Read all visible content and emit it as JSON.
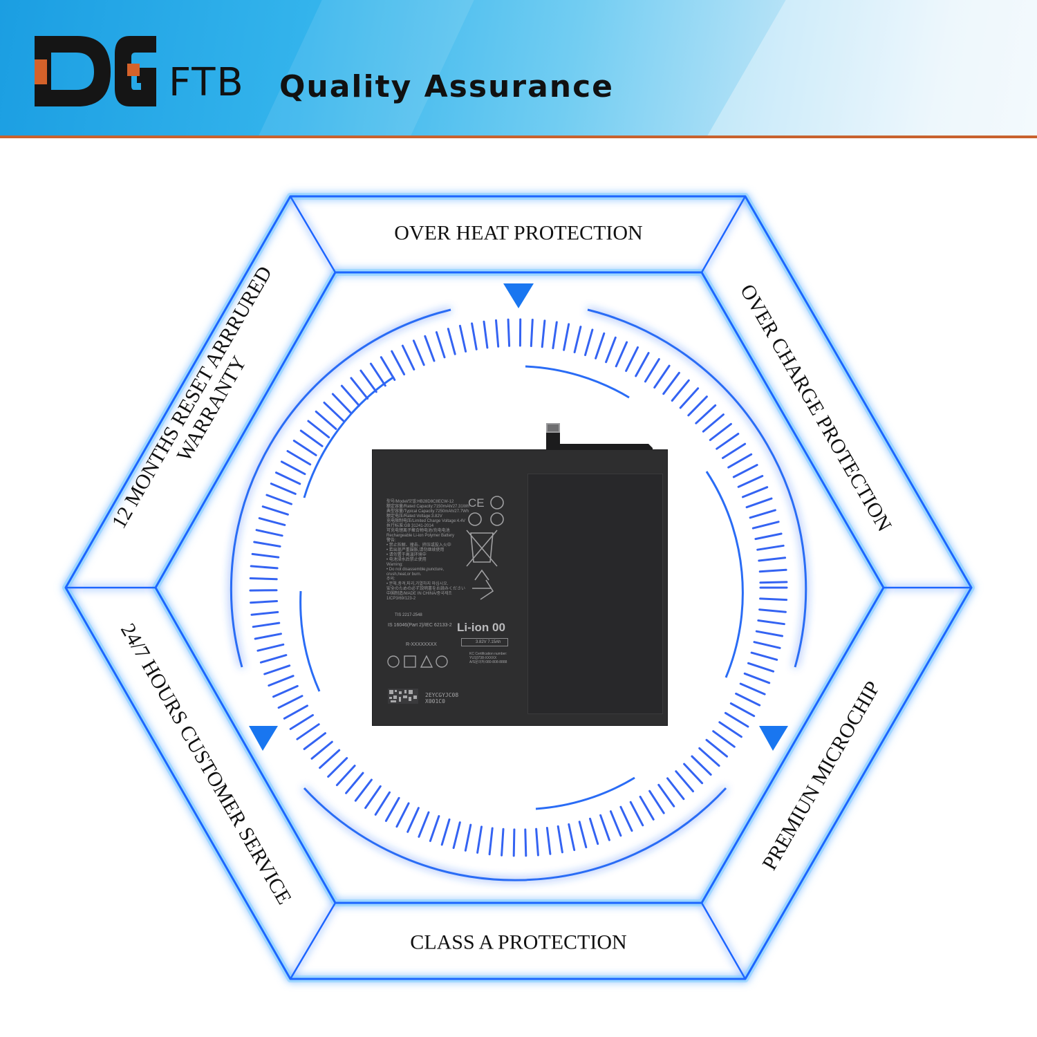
{
  "header": {
    "logo_text": "DG",
    "logo_suffix": "FTB",
    "tagline": "Quality Assurance",
    "colors": {
      "banner": "#2aa9e8",
      "stripe": "#c8622e",
      "logo_accent": "#d4622a",
      "logo_dark": "#151515"
    }
  },
  "features": {
    "top": "OVER HEAT PROTECTION",
    "top_right": "OVER CHARGE PROTECTION",
    "bottom_right": "PREMIUN MICROCHIP",
    "bottom": "CLASS A PROTECTION",
    "bottom_left": "24/7 HOURS CUSTOMER SERVICE",
    "top_left_line1": "12 MONTHS RESET ARRRURED",
    "top_left_line2": "WARRANTY"
  },
  "battery": {
    "model_block": "型号/Model/모델:HB28D8C8ECW-12\n额定容量/Rated Capacity:7150mAh/27.31Wh\n典型容量/Typical Capacity:7250mAh/27.7Wh\n额定电压/Rated Voltage:3.82V\n充电限制电压/Limited Charge Voltage:4.4V\n执行标准:GB 31241-2014\n可充电锂离子聚合物电池/充电电池\nRechargeable Li-ion Polymer Battery\n警告:\n• 禁止拆解、撞击、挤压或投入火中\n• 若出现严重鼓胀,请勿继续使用\n• 请勿置于高温环境中\n• 电池浸水后禁止使用\nWarning:\n• Do not disassemble,puncture,\ncrush,heat,or burn.\n주의:\n• 분해,충격,파괴,가열하지 마십시오.\n安全のための必ず説明書をお読みください\n中国制造/MADE IN CHINA/중국제조\n1ICP3/69/123-2",
    "chemistry": "Li-ion 00",
    "standard": "IS 16046(Part 2)/IEC 62133-2",
    "tis": "TIS 2217-2548",
    "registration": "R-XXXXXXXX",
    "voltage_capacity": "3.82V 7.15Ah",
    "kc_cert": "KC Certification number:\nYU10738-XXXXX\nA/S문의처:080-808-8888",
    "serial": "2EYCGYJC08\nX001C0",
    "colors": {
      "body": "#2e2e2f",
      "label_text": "#9a9a9c"
    }
  },
  "frame": {
    "colors": {
      "line": "#1f66ff",
      "glow": "#8fd4ff",
      "ticks": "#3060f0",
      "arrows": "#1976f0"
    }
  }
}
